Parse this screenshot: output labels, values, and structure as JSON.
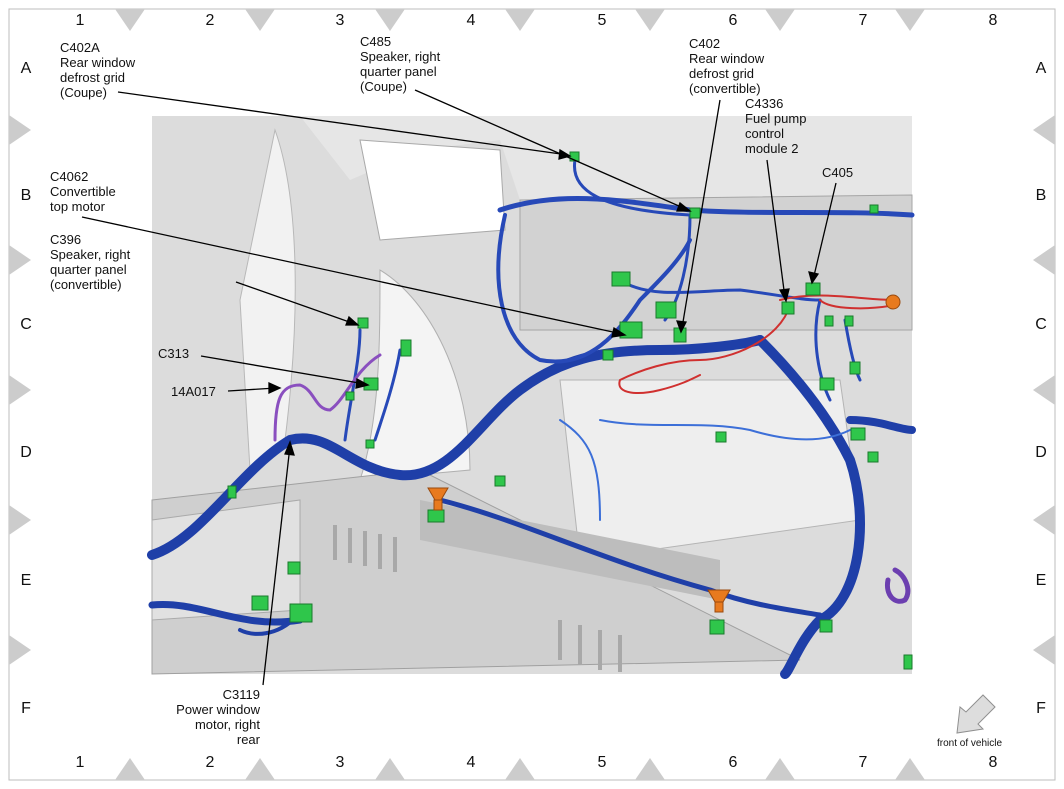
{
  "grid": {
    "columns": [
      "1",
      "2",
      "3",
      "4",
      "5",
      "6",
      "7",
      "8"
    ],
    "rows": [
      "A",
      "B",
      "C",
      "D",
      "E",
      "F"
    ]
  },
  "callouts": {
    "c402a": "C402A\nRear window\ndefrost grid\n(Coupe)",
    "c485": "C485\nSpeaker, right\nquarter panel\n(Coupe)",
    "c402": "C402\nRear window\ndefrost grid\n(convertible)",
    "c4336": "C4336\nFuel pump\ncontrol\nmodule 2",
    "c405": "C405",
    "c4062": "C4062\nConvertible\ntop motor",
    "c396": "C396\nSpeaker, right\nquarter panel\n(convertible)",
    "c313": "C313",
    "a14a017": "14A017",
    "c3119": "C3119\nPower window\nmotor, right\nrear"
  },
  "front_of_vehicle_label": "front of vehicle",
  "colors": {
    "harness_blue": "#1f3fa8",
    "harness_light": "#3c6fd8",
    "harness_red": "#d0302f",
    "harness_purple": "#8a4fbf",
    "connector_green": "#2fc64b",
    "grommet_orange": "#e87a1e",
    "body_grey": "#d9d9d9",
    "frame_grey": "#cfcfcf"
  }
}
